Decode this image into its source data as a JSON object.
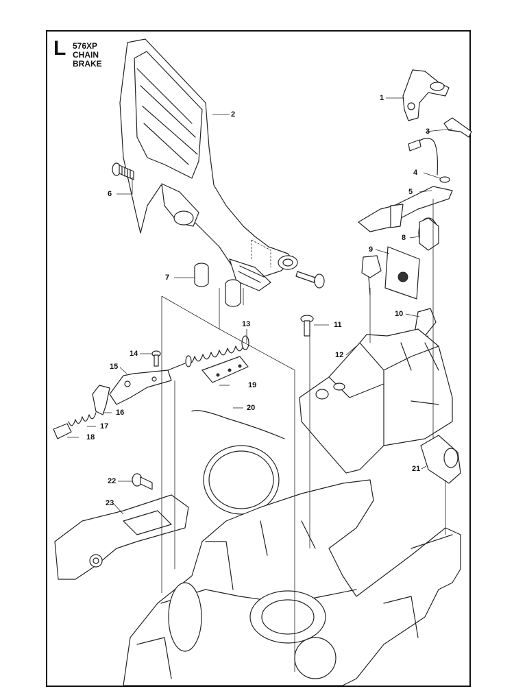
{
  "header": {
    "section_letter": "L",
    "title_lines": [
      "576XP",
      "CHAIN",
      "BRAKE"
    ]
  },
  "callouts": [
    "1",
    "2",
    "3",
    "4",
    "5",
    "6",
    "7",
    "8",
    "9",
    "10",
    "11",
    "12",
    "13",
    "14",
    "15",
    "16",
    "17",
    "18",
    "19",
    "20",
    "21",
    "22",
    "23"
  ]
}
